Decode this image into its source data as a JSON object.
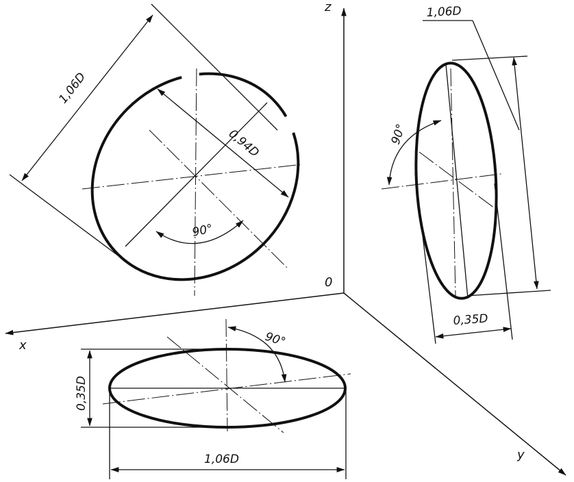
{
  "axes": {
    "x": "x",
    "y": "y",
    "z": "z",
    "origin": "0"
  },
  "front": {
    "major": "1,06D",
    "minor": "0,94D",
    "angle": "90°"
  },
  "side": {
    "major": "1,06D",
    "minor": "0,35D",
    "angle": "90°"
  },
  "bottom": {
    "major": "1,06D",
    "minor": "0,35D",
    "angle": "90°"
  }
}
